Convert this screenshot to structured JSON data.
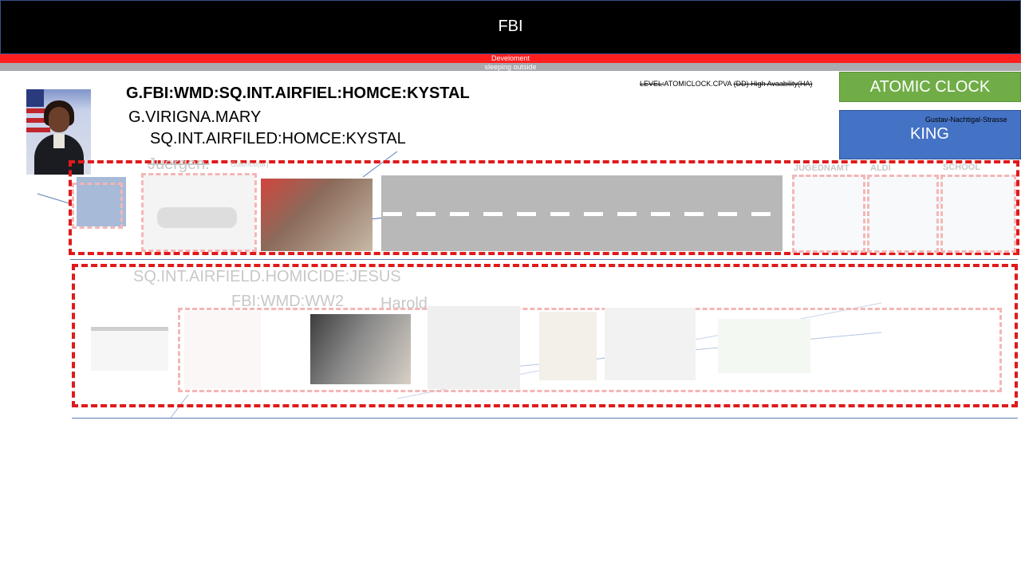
{
  "header": {
    "title": "FBI",
    "red_bar_text": "Develoment",
    "grey_bar_text": "sleeping outside"
  },
  "titles": {
    "main": "G.FBI:WMD:SQ.INT.AIRFIEL:HOMCE:KYSTAL",
    "sub1": "G.VIRIGNA.MARY",
    "sub2": "SQ.INT.AIRFILED:HOMCE:KYSTAL"
  },
  "level": {
    "prefix": "LEVEL:",
    "value": "ATOMICLOCK.CPVA",
    "note": "(DD) High Avaability(HA)"
  },
  "buttons": {
    "atomic_clock": "ATOMIC CLOCK",
    "king": "KING",
    "king_street": "Gustav-Nachtigal-Strasse"
  },
  "row1": {
    "name_label": "Juergen.",
    "small_label": "Gulence(ur)",
    "map_labels": [
      "JUGEDNAMT",
      "ALDI",
      "SCHOOL"
    ]
  },
  "row2": {
    "title": "SQ.INT.AIRFIELD.HOMICIDE:JESUS",
    "label_ww2": "FBI:WMD:WW2",
    "label_harold": "Harold"
  },
  "colors": {
    "black_bar": "#000000",
    "red_bar": "#ff1f1f",
    "grey_bar": "#a9aab0",
    "atomic_green": "#70ad47",
    "king_blue": "#4472c4",
    "dashed_red": "#e01a1a"
  }
}
